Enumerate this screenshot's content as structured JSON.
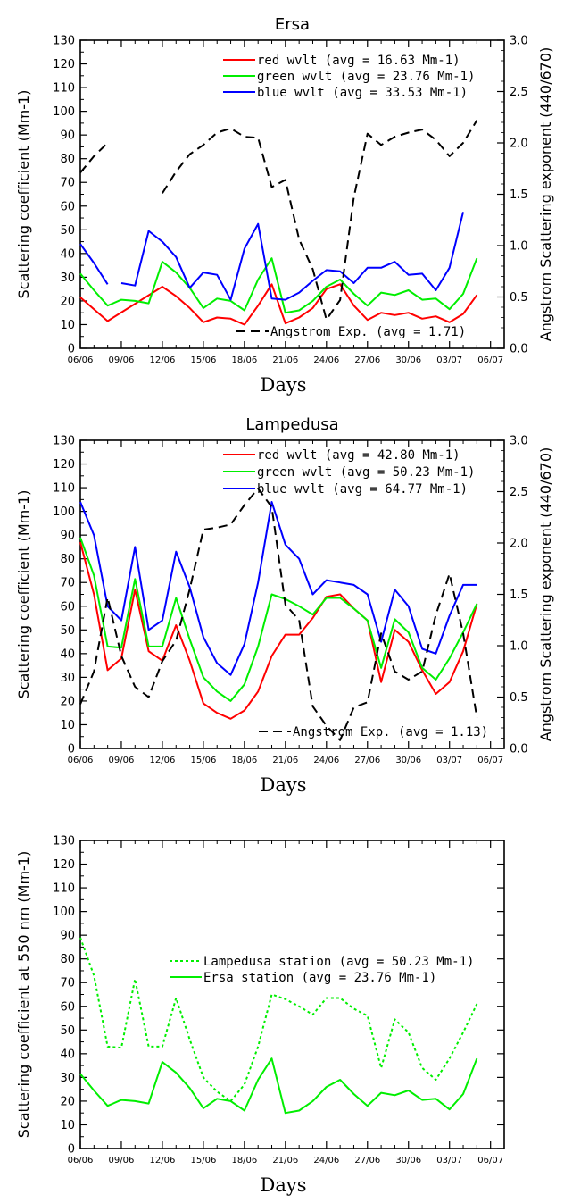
{
  "chart_data": [
    {
      "type": "line",
      "title": "Ersa",
      "xlabel": "Days",
      "ylabel": "Scattering coefficient (Mm-1)",
      "ylabel_right": "Angstrom Scattering exponent (440/670)",
      "xlim": [
        0,
        31
      ],
      "ylim": [
        0,
        130
      ],
      "yticks": [
        0,
        10,
        20,
        30,
        40,
        50,
        60,
        70,
        80,
        90,
        100,
        110,
        120,
        130
      ],
      "ylim_right": [
        0,
        3.0
      ],
      "yticks_right": [
        "0.0",
        "0.5",
        "1.0",
        "1.5",
        "2.0",
        "2.5",
        "3.0"
      ],
      "x_tick_labels": [
        "06/06",
        "09/06",
        "12/06",
        "15/06",
        "18/06",
        "21/06",
        "24/06",
        "27/06",
        "30/06",
        "03/07",
        "06/07"
      ],
      "legend_position": "top-right",
      "legend_bottom_position": "bottom-right",
      "series": [
        {
          "name": "red wvlt (avg = 16.63 Mm-1)",
          "color": "#ff0000",
          "dash": "solid",
          "axis": "left",
          "x": [
            0,
            1,
            2,
            6,
            7,
            8,
            9,
            10,
            11,
            12,
            13,
            14,
            15,
            16,
            17,
            18,
            19,
            20,
            21,
            22,
            23,
            24,
            25,
            26,
            27,
            28,
            29,
            30,
            31
          ],
          "y": [
            21.5,
            16.5,
            11.5,
            26,
            22,
            17,
            11,
            13,
            12.5,
            10,
            18,
            27,
            10.5,
            13,
            17,
            25,
            27,
            18,
            12,
            15,
            14,
            15,
            12.5,
            13.5,
            11,
            14.5,
            22.5,
            null,
            null
          ]
        },
        {
          "name": "green wvlt (avg = 23.76 Mm-1)",
          "color": "#00ee00",
          "dash": "solid",
          "axis": "left",
          "x": [
            0,
            1,
            2,
            3,
            4,
            5,
            6,
            7,
            8,
            9,
            10,
            11,
            12,
            13,
            14,
            15,
            16,
            17,
            18,
            19,
            20,
            21,
            22,
            23,
            24,
            25,
            26,
            27,
            28,
            29
          ],
          "y": [
            31.5,
            24.5,
            18,
            20.5,
            20,
            19,
            36.5,
            32,
            25.5,
            17,
            21,
            20,
            16,
            29,
            38,
            15,
            16,
            20,
            26,
            29,
            23,
            18,
            23.5,
            22.5,
            24.5,
            20.5,
            21,
            16.5,
            23,
            38
          ]
        },
        {
          "name": "blue wvlt (avg = 33.53 Mm-1)",
          "color": "#0000ff",
          "dash": "solid",
          "axis": "left",
          "x": [
            0,
            1,
            2,
            null,
            3,
            4,
            5,
            6,
            7,
            8,
            9,
            10,
            11,
            12,
            13,
            14,
            15,
            16,
            17,
            18,
            19,
            20,
            21,
            22,
            23,
            24,
            25,
            26,
            27,
            28,
            29
          ],
          "y": [
            44,
            36,
            27,
            null,
            27.5,
            26.5,
            49.5,
            45,
            38.5,
            25.5,
            32,
            31,
            20.5,
            42,
            52.5,
            21,
            20.5,
            23.5,
            28.5,
            33,
            32.5,
            27.5,
            34,
            34,
            36.5,
            31,
            31.5,
            24.5,
            34,
            57.5,
            null
          ]
        },
        {
          "name": "Angstrom Exp. (avg = 1.71)",
          "color": "#000000",
          "dash": "dashed",
          "axis": "right",
          "x": [
            0,
            1,
            2,
            null,
            6,
            7,
            8,
            9,
            10,
            11,
            12,
            13,
            14,
            15,
            16,
            17,
            18,
            19,
            20,
            21,
            22,
            23,
            24,
            25,
            26,
            27,
            28,
            29
          ],
          "y": [
            1.71,
            1.87,
            2.0,
            null,
            1.51,
            1.72,
            1.89,
            1.98,
            2.1,
            2.14,
            2.06,
            2.05,
            1.57,
            1.64,
            1.06,
            0.77,
            0.28,
            0.47,
            1.47,
            2.09,
            1.98,
            2.06,
            2.1,
            2.13,
            2.03,
            1.87,
            2.0,
            2.22
          ]
        }
      ]
    },
    {
      "type": "line",
      "title": "Lampedusa",
      "xlabel": "Days",
      "ylabel": "Scattering coefficient (Mm-1)",
      "ylabel_right": "Angstrom Scattering exponent (440/670)",
      "xlim": [
        0,
        31
      ],
      "ylim": [
        0,
        130
      ],
      "yticks": [
        0,
        10,
        20,
        30,
        40,
        50,
        60,
        70,
        80,
        90,
        100,
        110,
        120,
        130
      ],
      "ylim_right": [
        0,
        3.0
      ],
      "yticks_right": [
        "0.0",
        "0.5",
        "1.0",
        "1.5",
        "2.0",
        "2.5",
        "3.0"
      ],
      "x_tick_labels": [
        "06/06",
        "09/06",
        "12/06",
        "15/06",
        "18/06",
        "21/06",
        "24/06",
        "27/06",
        "30/06",
        "03/07",
        "06/07"
      ],
      "legend_position": "top-right",
      "legend_bottom_position": "bottom-right",
      "series": [
        {
          "name": "red wvlt (avg = 42.80 Mm-1)",
          "color": "#ff0000",
          "dash": "solid",
          "axis": "left",
          "x": [
            0,
            1,
            2,
            3,
            4,
            5,
            6,
            7,
            8,
            9,
            10,
            11,
            12,
            13,
            14,
            15,
            16,
            17,
            18,
            19,
            20,
            21,
            22,
            23,
            24,
            25,
            26,
            27,
            28,
            29
          ],
          "y": [
            87,
            65,
            33,
            38,
            67,
            41,
            37,
            52,
            37,
            19,
            15,
            12.5,
            16,
            24,
            39,
            48,
            48,
            55,
            64,
            65,
            59,
            54,
            28,
            50,
            45,
            33,
            23,
            28,
            41,
            61
          ]
        },
        {
          "name": "green wvlt (avg = 50.23 Mm-1)",
          "color": "#00ee00",
          "dash": "solid",
          "axis": "left",
          "x": [
            0,
            1,
            2,
            3,
            4,
            5,
            6,
            7,
            8,
            9,
            10,
            11,
            12,
            13,
            14,
            15,
            16,
            17,
            18,
            19,
            20,
            21,
            22,
            23,
            24,
            25,
            26,
            27,
            28,
            29
          ],
          "y": [
            89,
            73,
            43,
            42.5,
            71.5,
            43,
            43,
            63.5,
            46,
            30,
            24,
            20,
            27,
            43,
            65,
            63,
            60,
            56.5,
            63.5,
            63.5,
            59,
            54,
            34,
            54.5,
            49,
            34,
            29,
            38,
            49,
            61
          ]
        },
        {
          "name": "blue wvlt (avg = 64.77 Mm-1)",
          "color": "#0000ff",
          "dash": "solid",
          "axis": "left",
          "x": [
            0,
            1,
            2,
            3,
            4,
            5,
            6,
            7,
            8,
            9,
            10,
            11,
            12,
            13,
            14,
            15,
            16,
            17,
            18,
            19,
            20,
            21,
            22,
            23,
            24,
            25,
            26,
            27,
            28,
            29
          ],
          "y": [
            104,
            90,
            60,
            54,
            85,
            50,
            54,
            83,
            68,
            47,
            36,
            31,
            44,
            70,
            104,
            86,
            80,
            65,
            71,
            70,
            69,
            65,
            45,
            67,
            60,
            42,
            40,
            56,
            69,
            69
          ]
        },
        {
          "name": "Angstrom Exp. (avg = 1.13)",
          "color": "#000000",
          "dash": "dashed",
          "axis": "right",
          "x": [
            0,
            1,
            2,
            3,
            4,
            5,
            6,
            7,
            8,
            9,
            10,
            11,
            12,
            13,
            14,
            15,
            16,
            17,
            18,
            19,
            20,
            21,
            22,
            23,
            24,
            25,
            26,
            27,
            28,
            29
          ],
          "y": [
            0.43,
            0.75,
            1.47,
            0.9,
            0.6,
            0.5,
            0.85,
            1.05,
            1.55,
            2.13,
            2.15,
            2.18,
            2.37,
            2.53,
            2.35,
            1.4,
            1.25,
            0.41,
            0.22,
            0.08,
            0.4,
            0.45,
            1.12,
            0.75,
            0.67,
            0.75,
            1.3,
            1.7,
            1.12,
            0.3
          ]
        }
      ]
    },
    {
      "type": "line",
      "title": "",
      "xlabel": "Days",
      "ylabel": "Scattering coefficient at 550 nm (Mm-1)",
      "xlim": [
        0,
        31
      ],
      "ylim": [
        0,
        130
      ],
      "yticks": [
        0,
        10,
        20,
        30,
        40,
        50,
        60,
        70,
        80,
        90,
        100,
        110,
        120,
        130
      ],
      "x_tick_labels": [
        "06/06",
        "09/06",
        "12/06",
        "15/06",
        "18/06",
        "21/06",
        "24/06",
        "27/06",
        "30/06",
        "03/07",
        "06/07"
      ],
      "legend_position": "top-right",
      "series": [
        {
          "name": "Lampedusa station (avg = 50.23 Mm-1)",
          "color": "#00ee00",
          "dash": "dotted",
          "axis": "left",
          "x": [
            0,
            1,
            2,
            3,
            4,
            5,
            6,
            7,
            8,
            9,
            10,
            11,
            12,
            13,
            14,
            15,
            16,
            17,
            18,
            19,
            20,
            21,
            22,
            23,
            24,
            25,
            26,
            27,
            28,
            29
          ],
          "y": [
            89,
            73,
            43,
            42.5,
            71.5,
            43,
            43,
            63.5,
            46,
            30,
            24,
            20,
            27,
            43,
            65,
            63,
            60,
            56.5,
            63.5,
            63.5,
            59,
            56,
            34,
            54.5,
            49,
            34,
            29,
            38,
            49,
            61
          ]
        },
        {
          "name": "Ersa station (avg = 23.76 Mm-1)",
          "color": "#00ee00",
          "dash": "solid",
          "axis": "left",
          "x": [
            0,
            1,
            2,
            3,
            4,
            5,
            6,
            7,
            8,
            9,
            10,
            11,
            12,
            13,
            14,
            15,
            16,
            17,
            18,
            19,
            20,
            21,
            22,
            23,
            24,
            25,
            26,
            27,
            28,
            29
          ],
          "y": [
            31.5,
            24.5,
            18,
            20.5,
            20,
            19,
            36.5,
            32,
            25.5,
            17,
            21,
            20,
            16,
            29,
            38,
            15,
            16,
            20,
            26,
            29,
            23,
            18,
            23.5,
            22.5,
            24.5,
            20.5,
            21,
            16.5,
            23,
            38
          ]
        }
      ]
    }
  ]
}
